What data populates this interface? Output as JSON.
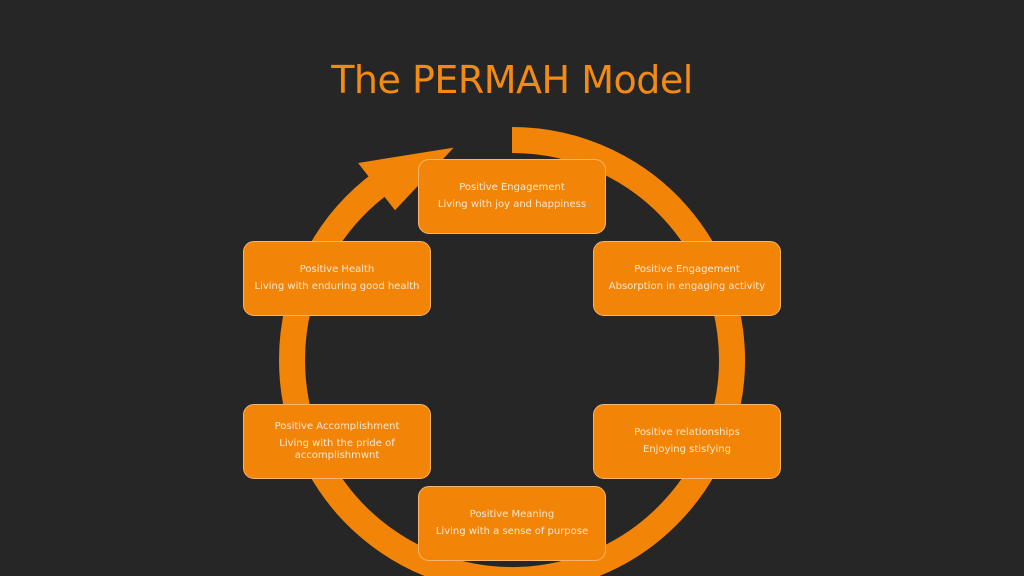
{
  "slide": {
    "title": "The PERMAH Model",
    "colors": {
      "background": "#262626",
      "accent": "#f28507",
      "title": "#f28a13",
      "node_text": "#fbe8d2"
    }
  },
  "diagram": {
    "type": "cycle",
    "direction": "clockwise",
    "nodes": [
      {
        "heading": "Positive Engagement",
        "text": "Living with joy and happiness"
      },
      {
        "heading": "Positive Engagement",
        "text": "Absorption in engaging activity"
      },
      {
        "heading": "Positive relationships",
        "text": "Enjoying stisfying"
      },
      {
        "heading": "Positive Meaning",
        "text": "Living with a sense of purpose"
      },
      {
        "heading": "Positive Accomplishment",
        "text": "Living with the pride of accomplishmwnt"
      },
      {
        "heading": "Positive Health",
        "text": "Living with enduring good health"
      }
    ],
    "connector_icon": "circular-arrow-icon"
  }
}
